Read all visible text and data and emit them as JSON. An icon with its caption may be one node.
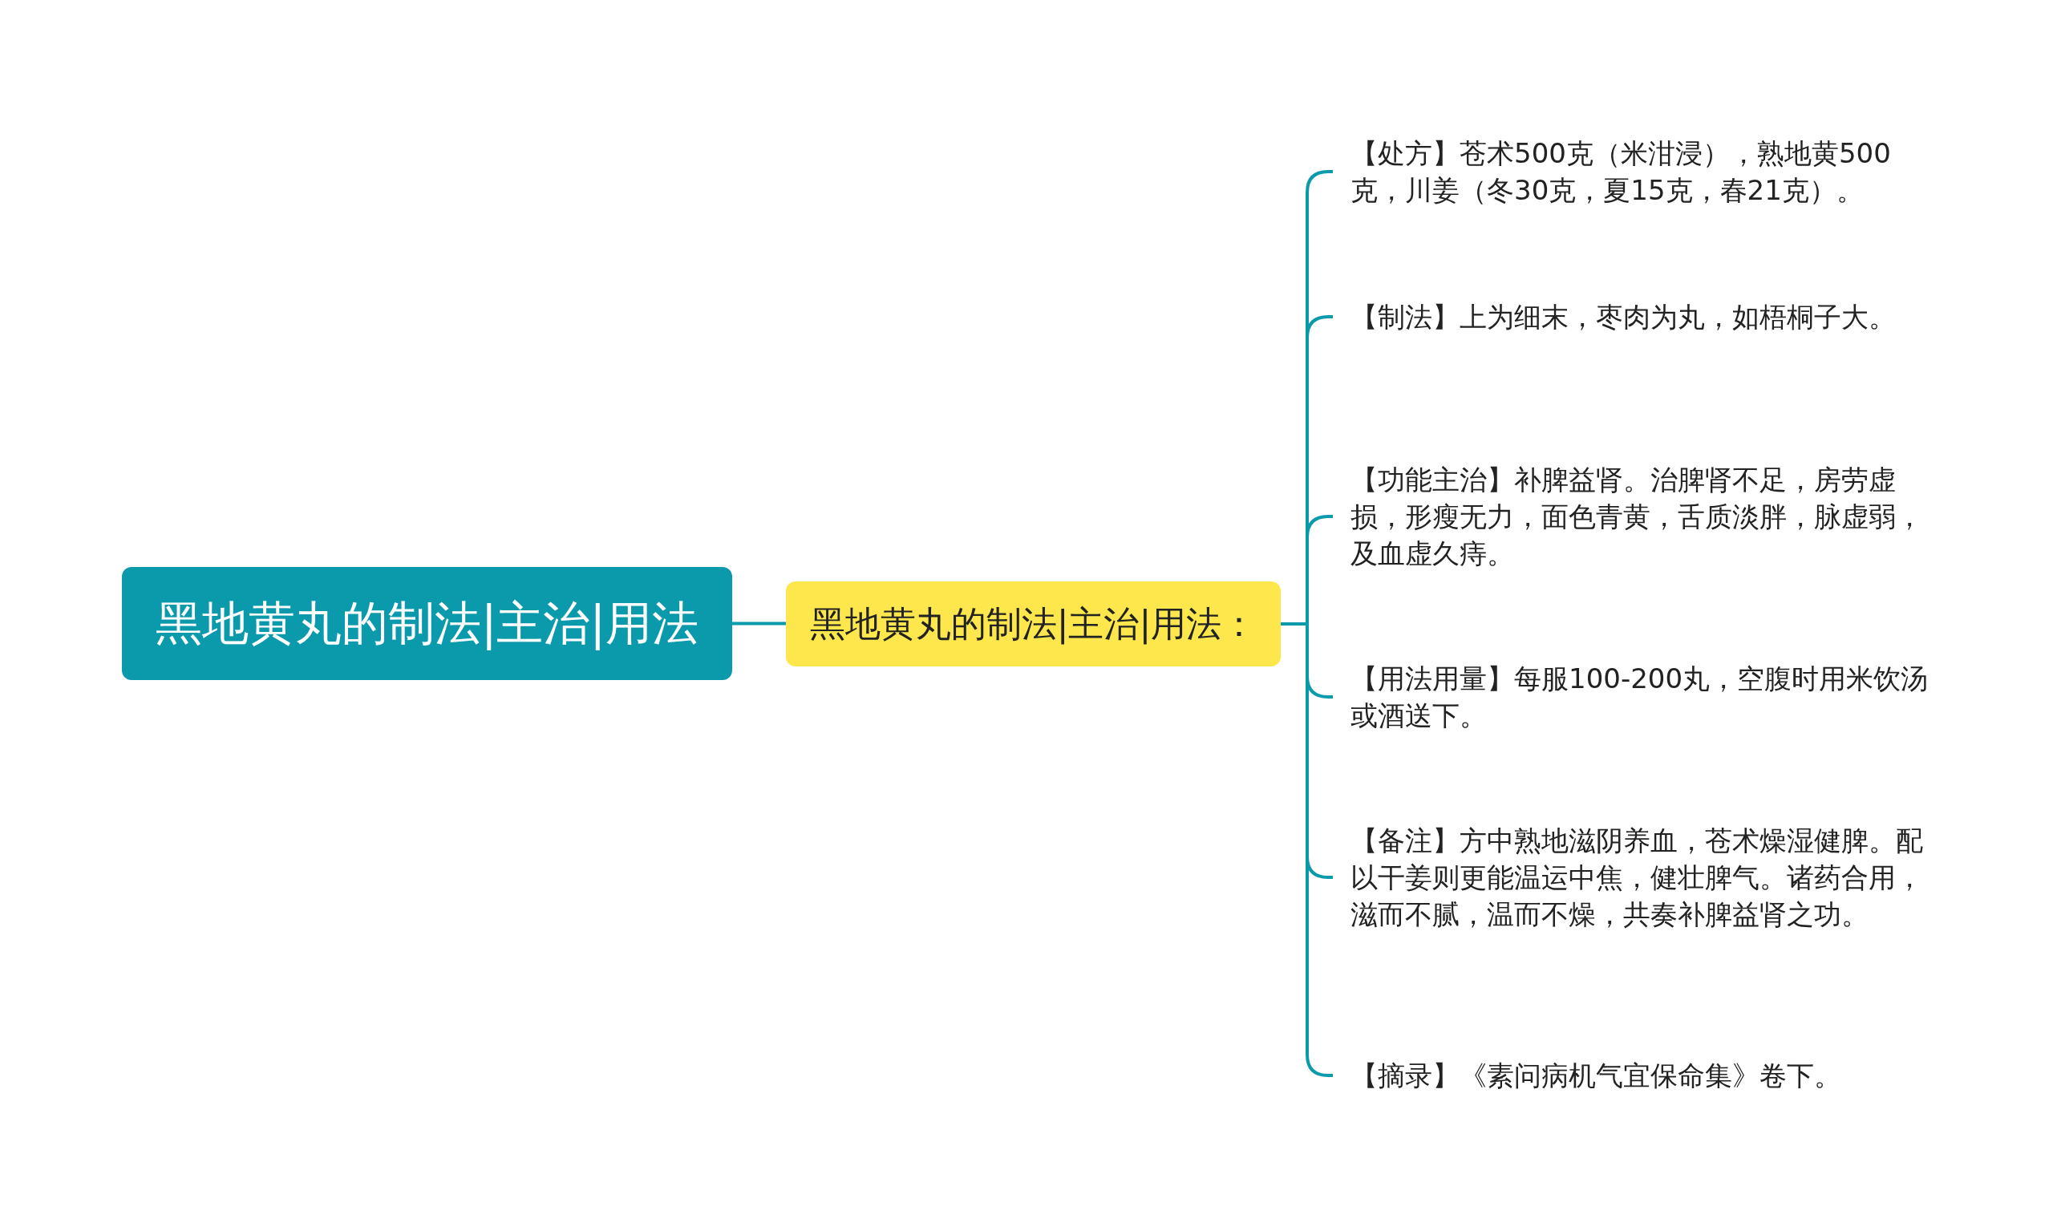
{
  "diagram": {
    "nodes": [
      {
        "text": [
          "黑地黄丸的制法|主治|用法"
        ]
      },
      {
        "text": [
          "黑地黄丸的制法|主治|用法："
        ]
      },
      {
        "text": [
          "【处方】苍术500克（米泔浸），熟地黄500克，川姜（冬30克，夏15克，春21克）。"
        ]
      },
      {
        "text": [
          "【制法】上为细末，枣肉为丸，如梧桐子大。"
        ]
      },
      {
        "text": [
          "【功能主治】补脾益肾。治脾肾不足，房劳虚损，形瘦无力，面色青黄，舌质淡胖，脉虚弱，及血虚久痔。"
        ]
      },
      {
        "text": [
          "【用法用量】每服100-200丸，空腹时用米饮汤或酒送下。"
        ]
      },
      {
        "text": [
          "【备注】方中熟地滋阴养血，苍术燥湿健脾。配以干姜则更能温运中焦，健壮脾气。诸药合用，滋而不腻，温而不燥，共奏补脾益肾之功。"
        ]
      },
      {
        "text": [
          "【摘录】《素问病机气宜保命集》卷下。"
        ]
      }
    ],
    "edges": [
      {
        "from": 0,
        "to": 1,
        "arrow": "none"
      },
      {
        "from": 1,
        "to": 2,
        "arrow": "none"
      },
      {
        "from": 1,
        "to": 3,
        "arrow": "none"
      },
      {
        "from": 1,
        "to": 4,
        "arrow": "none"
      },
      {
        "from": 1,
        "to": 5,
        "arrow": "none"
      },
      {
        "from": 1,
        "to": 6,
        "arrow": "none"
      },
      {
        "from": 1,
        "to": 7,
        "arrow": "none"
      }
    ]
  }
}
